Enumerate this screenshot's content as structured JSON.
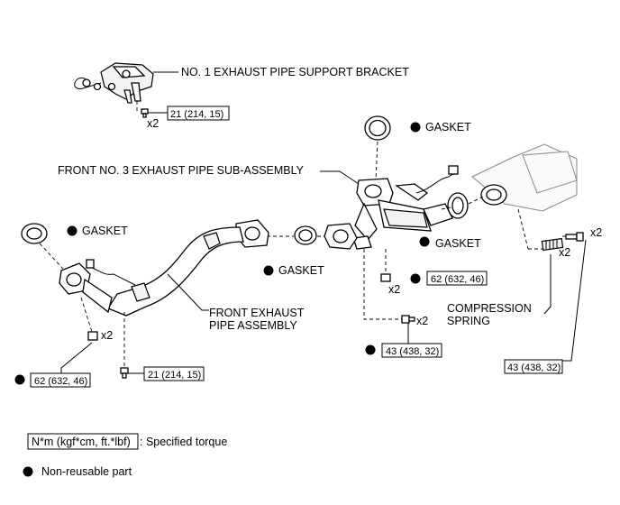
{
  "labels": {
    "bracket": "NO. 1 EXHAUST PIPE SUPPORT BRACKET",
    "front_no3": "FRONT NO. 3 EXHAUST PIPE SUB-ASSEMBLY",
    "front_exhaust_1": "FRONT EXHAUST",
    "front_exhaust_2": "PIPE ASSEMBLY",
    "gasket_top": "GASKET",
    "gasket_left": "GASKET",
    "gasket_mid": "GASKET",
    "gasket_right": "GASKET",
    "compression_1": "COMPRESSION",
    "compression_2": "SPRING"
  },
  "torques": {
    "bracket_bolt": "21 (214, 15)",
    "left_nut": "62 (632, 46)",
    "lower_bolt": "21 (214, 15)",
    "center_nut": "62 (632, 46)",
    "center_bolt": "43 (438, 32)",
    "right_bolt": "43 (438, 32)"
  },
  "quantities": {
    "bracket": "x2",
    "left_nut": "x2",
    "center_nut": "x2",
    "center_bolt": "x2",
    "spring": "x2",
    "right_bolt": "x2"
  },
  "legend": {
    "torque_unit": "N*m (kgf*cm, ft.*lbf)",
    "torque_desc": ": Specified torque",
    "nonreusable": "Non-reusable part"
  },
  "colors": {
    "line": "#000000",
    "background": "#ffffff"
  }
}
